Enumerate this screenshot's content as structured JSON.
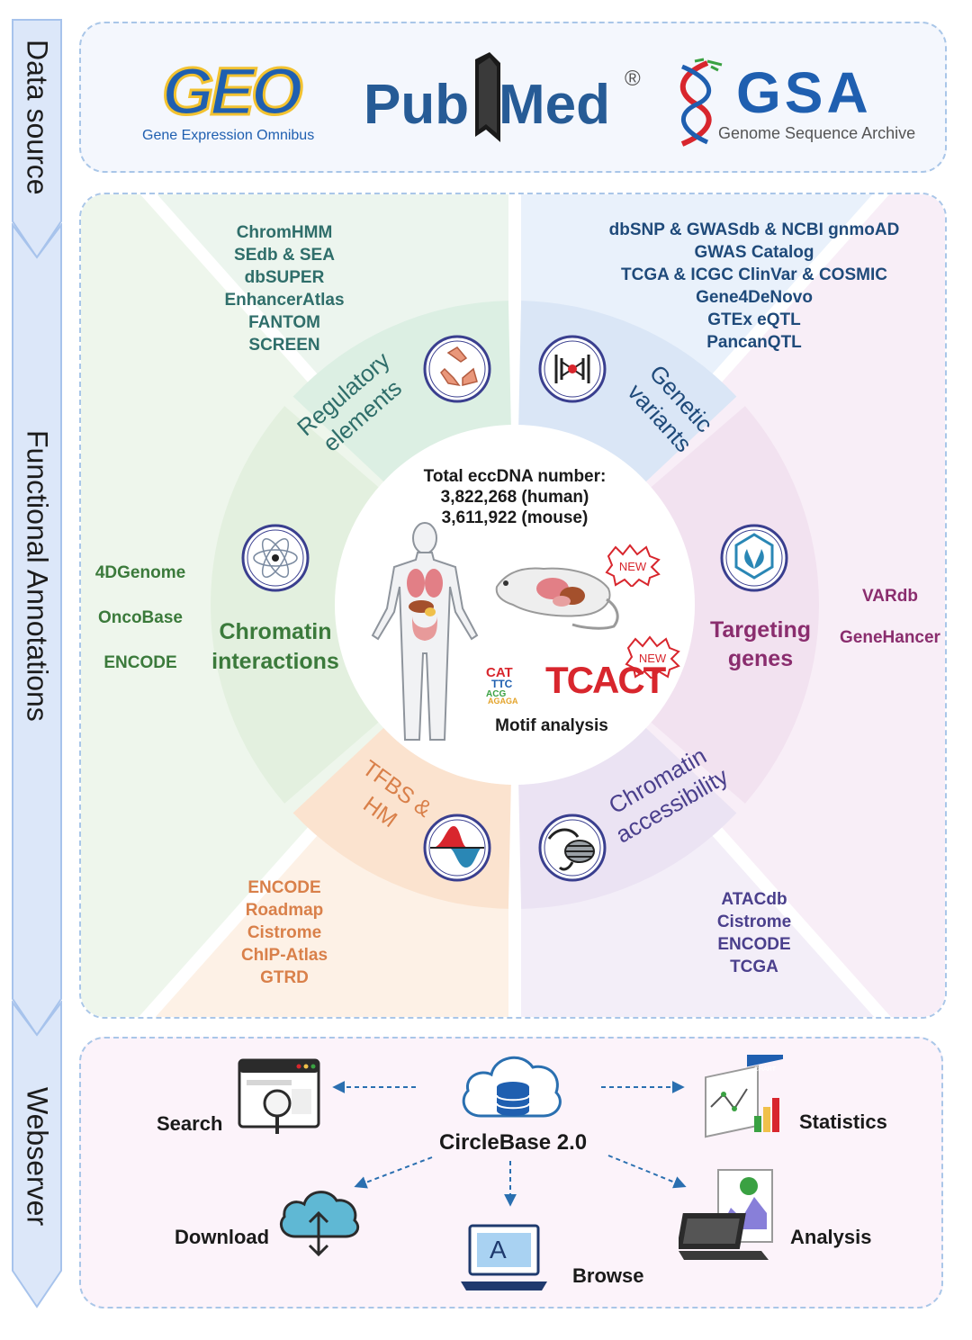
{
  "sidebar": {
    "data_source": "Data source",
    "functional_annotations": "Functional Annotations",
    "webserver": "Webserver"
  },
  "data_sources": {
    "geo": {
      "logo": "GEO",
      "subtitle": "Gene Expression Omnibus"
    },
    "pubmed": {
      "logo_left": "Pub",
      "logo_right": "Med",
      "mark": "®"
    },
    "gsa": {
      "logo": "GSA",
      "subtitle": "Genome Sequence Archive"
    }
  },
  "center": {
    "line1": "Total eccDNA number:",
    "line2": "3,822,268 (human)",
    "line3": "3,611,922 (mouse)",
    "new_badge": "NEW",
    "motif_logo": "TCACT",
    "motif_label": "Motif analysis"
  },
  "segments": {
    "regulatory": {
      "line1": "Regulatory",
      "line2": "elements"
    },
    "genetic": {
      "line1": "Genetic",
      "line2": "variants"
    },
    "targeting": {
      "line1": "Targeting",
      "line2": "genes"
    },
    "accessibility": {
      "line1": "Chromatin",
      "line2": "accessibility"
    },
    "tfbs": {
      "line1": "TFBS &",
      "line2": "HM"
    },
    "interactions": {
      "line1": "Chromatin",
      "line2": "interactions"
    }
  },
  "databases": {
    "regulatory": [
      "ChromHMM",
      "SEdb & SEA",
      "dbSUPER",
      "EnhancerAtlas",
      "FANTOM",
      "SCREEN"
    ],
    "genetic": [
      "dbSNP & GWASdb & NCBI gnmoAD",
      "GWAS Catalog",
      "TCGA & ICGC ClinVar & COSMIC",
      "Gene4DeNovo",
      "GTEx eQTL",
      "PancanQTL"
    ],
    "targeting": [
      "VARdb",
      "GeneHancer"
    ],
    "accessibility": [
      "ATACdb",
      "Cistrome",
      "ENCODE",
      "TCGA"
    ],
    "tfbs": [
      "ENCODE",
      "Roadmap",
      "Cistrome",
      "ChIP-Atlas",
      "GTRD"
    ],
    "interactions": [
      "4DGenome",
      "OncoBase",
      "ENCODE"
    ]
  },
  "webserver": {
    "hub": "CircleBase 2.0",
    "search": "Search",
    "statistics": "Statistics",
    "download": "Download",
    "browse": "Browse",
    "analysis": "Analysis",
    "browse_glyph": "A",
    "chart_tag": "CHART"
  },
  "colors": {
    "regulatory": "#2f6e6a",
    "genetic": "#1f4a7a",
    "targeting": "#8a2d6e",
    "accessibility": "#4a3f8c",
    "tfbs": "#d9804a",
    "interactions": "#3b7a3b",
    "icon_ring": "#3a3f8f",
    "arrow": "#2a6fb0"
  }
}
